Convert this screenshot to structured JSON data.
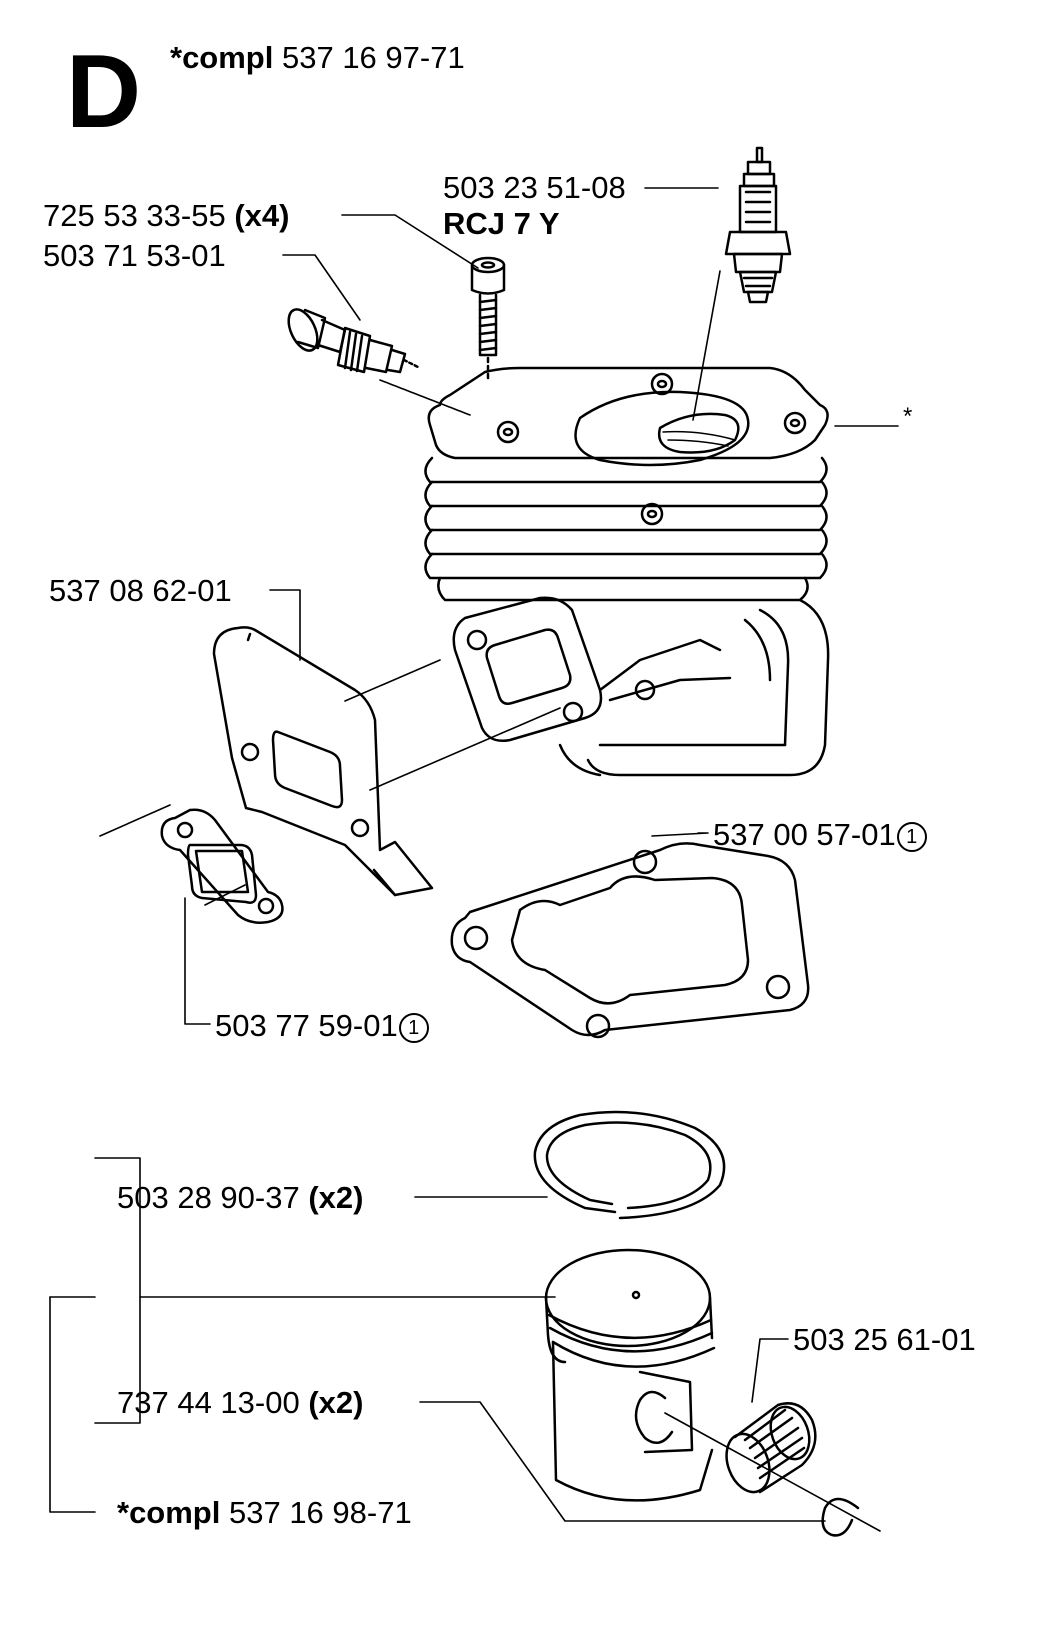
{
  "section_letter": "D",
  "header": {
    "prefix": "*compl",
    "number": "537 16 97-71"
  },
  "parts": {
    "spark_plug": {
      "number": "503 23 51-08",
      "type": "RCJ 7 Y"
    },
    "screw": {
      "number": "725 53 33-55",
      "qty": "(x4)"
    },
    "decompression_valve": {
      "number": "503 71 53-01"
    },
    "cylinder_star": {
      "mark": "*"
    },
    "heat_shield": {
      "number": "537 08 62-01"
    },
    "cylinder_gasket": {
      "number": "537 00 57-01",
      "mark": "1"
    },
    "muffler_gasket": {
      "number": "503 77 59-01",
      "mark": "1"
    },
    "piston_ring": {
      "number": "503 28 90-37",
      "qty": "(x2)"
    },
    "needle_bearing": {
      "number": "503 25 61-01"
    },
    "circlip": {
      "number": "737 44 13-00",
      "qty": "(x2)"
    },
    "piston_kit": {
      "prefix": "*compl",
      "number": "537 16 98-71"
    }
  }
}
